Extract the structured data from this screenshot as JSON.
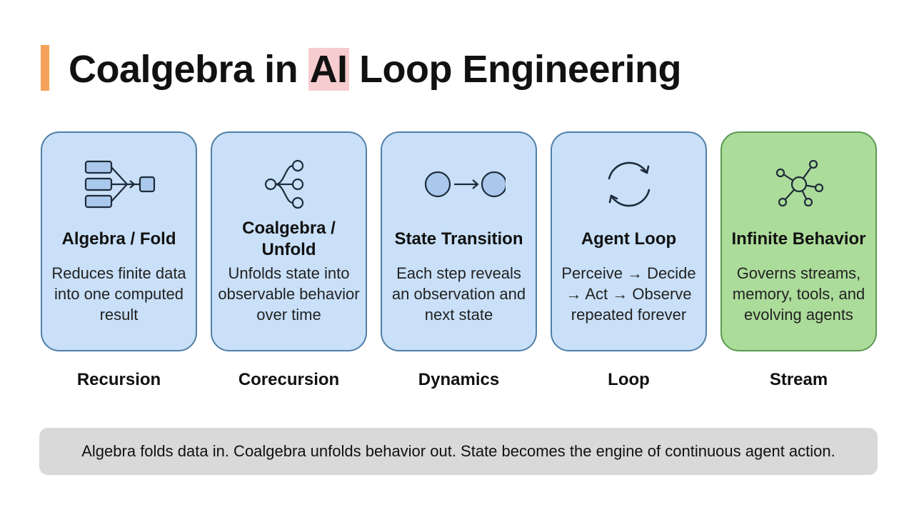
{
  "title": {
    "before": "Coalgebra in ",
    "highlight": "AI",
    "after": " Loop Engineering"
  },
  "cards": [
    {
      "icon": "fold-icon",
      "title": "Algebra / Fold",
      "description": "Reduces finite data into one computed result",
      "caption": "Recursion"
    },
    {
      "icon": "unfold-icon",
      "title": "Coalgebra / Unfold",
      "description": "Unfolds state into observable behavior over time",
      "caption": "Corecursion"
    },
    {
      "icon": "state-transition-icon",
      "title": "State Transition",
      "description": "Each step reveals an observation and next state",
      "caption": "Dynamics"
    },
    {
      "icon": "refresh-loop-icon",
      "title": "Agent Loop",
      "description": "Perceive → Decide → Act → Observe repeated forever",
      "caption": "Loop"
    },
    {
      "icon": "network-icon",
      "title": "Infinite Behavior",
      "description": "Governs streams, memory, tools, and evolving agents",
      "caption": "Stream"
    }
  ],
  "footer": "Algebra folds data in. Coalgebra unfolds behavior out. State becomes the engine of continuous agent action.",
  "colors": {
    "accent": "#f4a259",
    "highlight": "#f6cccf",
    "card_blue": "#c9e0f8",
    "card_green": "#acdc9a",
    "footer_bg": "#d9d9d9"
  }
}
